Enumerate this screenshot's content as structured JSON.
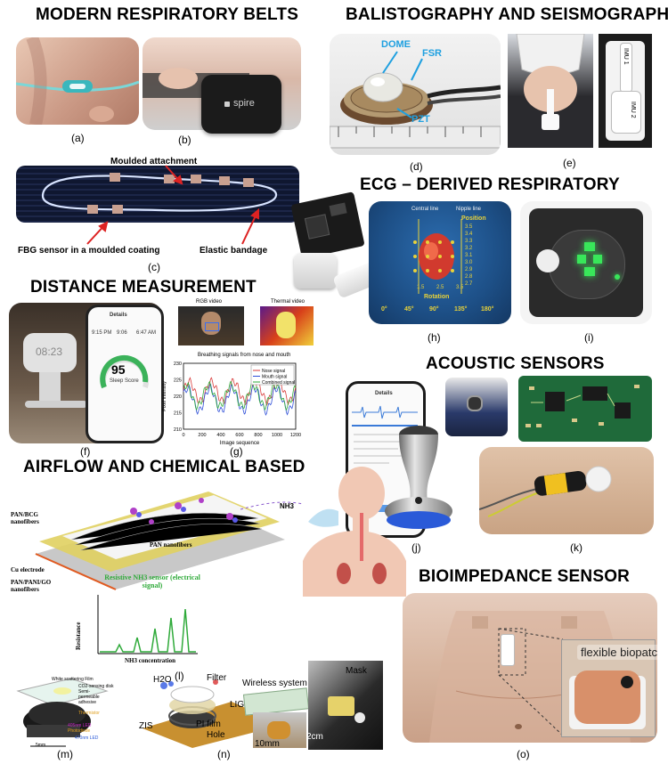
{
  "headings": {
    "respiratory_belts": "MODERN RESPIRATORY BELTS",
    "balistography": "BALISTOGRAPHY AND SEISMOGRAPHY",
    "ecg": "ECG – DERIVED RESPIRATORY",
    "distance": "DISTANCE MEASUREMENT",
    "acoustic": "ACOUSTIC SENSORS",
    "airflow": "AIRFLOW AND CHEMICAL BASED",
    "bioimpedance": "BIOIMPEDANCE SENSOR"
  },
  "captions": {
    "a": "(a)",
    "b": "(b)",
    "c": "(c)",
    "d": "(d)",
    "e": "(e)",
    "f": "(f)",
    "g": "(g)",
    "h": "(h)",
    "i": "(i)",
    "j": "(j)",
    "k": "(k)",
    "l": "(l)",
    "m": "(m)",
    "n": "(n)",
    "o": "(o)"
  },
  "panel_b": {
    "brand": "spire"
  },
  "panel_c": {
    "moulded_attachment": "Moulded attachment",
    "fbg_sensor": "FBG sensor in a moulded coating",
    "elastic_bandage": "Elastic bandage"
  },
  "panel_d": {
    "dome": "DOME",
    "fsr": "FSR",
    "pzt": "PZT"
  },
  "panel_e": {
    "imu1": "IMU 1",
    "imu2": "IMU 2"
  },
  "panel_f": {
    "time": "08:23",
    "score": "95",
    "score_label": "Sleep Score",
    "header": "Details",
    "t1": "9:15 PM",
    "t2": "9:06",
    "t3": "6:47 AM"
  },
  "panel_g": {
    "rgb_label": "RGB video",
    "thermal_label": "Thermal video",
    "chart_title": "Breathing signals from nose and mouth"
  },
  "chart_data": {
    "type": "line",
    "title": "Breathing signals from nose and mouth",
    "xlabel": "Image sequence",
    "ylabel": "Pixel intensity",
    "xlim": [
      0,
      1200
    ],
    "ylim": [
      210,
      230
    ],
    "xticks": [
      "0",
      "200",
      "400",
      "600",
      "800",
      "1000",
      "1200"
    ],
    "yticks": [
      "210",
      "215",
      "220",
      "225",
      "230"
    ],
    "legend_position": "top-right",
    "series": [
      {
        "name": "Nose signal",
        "color": "#d83a3a",
        "base": 221.5,
        "amp": 3.0
      },
      {
        "name": "Mouth signal",
        "color": "#2f4fd8",
        "base": 219.0,
        "amp": 3.5
      },
      {
        "name": "Combined signal",
        "color": "#2faa3a",
        "base": 220.2,
        "amp": 3.2
      }
    ]
  },
  "panel_h": {
    "central_line": "Central line",
    "nipple_line": "Nipple line",
    "position": "Position",
    "rotation": "Rotation",
    "angles": [
      "0°",
      "45°",
      "90°",
      "135°",
      "180°"
    ],
    "scale": [
      "3.5",
      "3.4",
      "3.3",
      "3.2",
      "3.1",
      "3.0",
      "2.9",
      "2.8",
      "2.7"
    ],
    "bottom": [
      "1.5",
      "2.5",
      "3.5"
    ]
  },
  "panel_j": {
    "header": "Details"
  },
  "panel_l": {
    "nh3": "NH3",
    "pan_bcg": "PAN/BCG nanofibers",
    "pan": "PAN nanofibers",
    "cu": "Cu electrode",
    "pan_pani_go": "PAN/PANI/GO nanofibers",
    "sensor_title": "Resistive NH3 sensor (electrical signal)",
    "y_axis": "Resistance",
    "x_axis": "NH3 concentration"
  },
  "panel_m": {
    "white_film": "White scattering Film",
    "co2_disk": "CO2-sensing disk",
    "semi_perm": "Semi-permeable adhesive",
    "thermistor": "Thermistor",
    "led_405": "405nm LED",
    "photodiode": "Photodiode",
    "led_470": "470nm LED",
    "scale": "5mm"
  },
  "panel_n": {
    "h2o": "H2O",
    "filter": "Filter",
    "wireless": "Wireless system",
    "lig": "LIG",
    "zis": "ZIS",
    "pi_film": "PI film",
    "hole": "Hole",
    "scale1": "10mm",
    "mask": "Mask",
    "scale2": "2cm"
  },
  "panel_o": {
    "biopatch": "flexible biopatch"
  },
  "colors": {
    "teal": "#3ab7bd",
    "ecg_bg": "#1d4f86",
    "green_led": "#39e65a",
    "blue_label": "#1fa0e0"
  }
}
